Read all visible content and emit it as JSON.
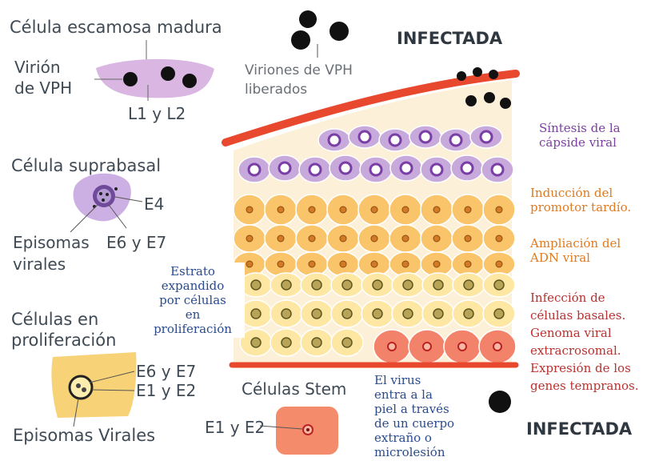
{
  "left_labels": {
    "mature_cell_title": "Célula escamosa madura",
    "virion_line1": "Virión",
    "virion_line2": "de VPH",
    "l1_l2": "L1 y L2",
    "suprabasal_title": "Célula suprabasal",
    "e4": "E4",
    "episomas_line1": "Episomas",
    "episomas_line2": "virales",
    "e6_e7_suprabasal": "E6 y E7",
    "proliferating_line1": "Células en",
    "proliferating_line2": "proliferación",
    "e6_e7_prolif": "E6 y E7",
    "e1_e2_prolif": "E1 y E2",
    "episomas_virales": "Episomas Virales",
    "stem_title": "Células Stem",
    "e1_e2_stem": "E1 y E2"
  },
  "top_labels": {
    "released_line1": "Viriones de VPH",
    "released_line2": "liberados",
    "infected_top": "INFECTADA",
    "infected_bottom": "INFECTADA"
  },
  "callouts": {
    "expanded_stratum": [
      "Estrato",
      "expandido",
      "por células",
      "en",
      "proliferación"
    ],
    "virus_entry": [
      "El virus",
      "entra a la",
      "piel a través",
      "de un cuerpo",
      "extraño o",
      "microlesión"
    ]
  },
  "stage_labels": {
    "capsid": {
      "lines": [
        "Síntesis de la",
        "cápside viral"
      ],
      "color": "#7b3fa0"
    },
    "late_promoter": {
      "lines": [
        "Inducción del",
        "promotor tardío."
      ],
      "color": "#e07a1f"
    },
    "dna_amplification": {
      "lines": [
        "Ampliación del",
        "ADN viral"
      ],
      "color": "#e07a1f"
    },
    "basal_infection": {
      "lines": [
        "Infección de",
        "células basales.",
        "Genoma viral",
        "extracrosomal.",
        "Expresión de los",
        "genes tempranos."
      ],
      "color": "#b8322f"
    }
  },
  "colors": {
    "membrane": "#e8482d",
    "purple_cell": "#c7a9dc",
    "orange_cell": "#f9c46a",
    "yellow_cell": "#fde7a3",
    "basal_cell": "#f3826a",
    "label_text": "#3f4a55",
    "callout_text": "#2a4b8d"
  }
}
